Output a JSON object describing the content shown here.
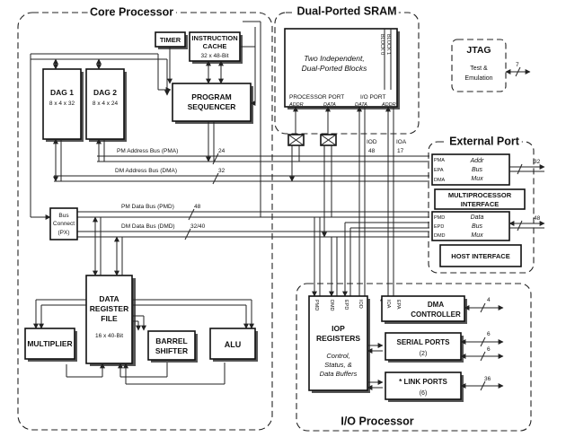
{
  "regions": {
    "core_processor": "Core Processor",
    "dual_ported_sram": "Dual-Ported SRAM",
    "external_port": "External Port",
    "io_processor": "I/O Processor"
  },
  "blocks": {
    "timer": "TIMER",
    "instruction_cache": {
      "line1": "INSTRUCTION",
      "line2": "CACHE",
      "line3": "32 x 48-Bit"
    },
    "dag1": {
      "line1": "DAG 1",
      "line2": "8 x 4 x 32"
    },
    "dag2": {
      "line1": "DAG 2",
      "line2": "8 x 4 x 24"
    },
    "program_sequencer": {
      "line1": "PROGRAM",
      "line2": "SEQUENCER"
    },
    "sram": {
      "line1": "Two Independent,",
      "line2": "Dual-Ported Blocks",
      "block0": "BLOCK 0",
      "block1": "BLOCK 1",
      "processor_port": "PROCESSOR PORT",
      "io_port": "I/O PORT",
      "addr1": "ADDR",
      "data1": "DATA",
      "data2": "DATA",
      "addr2": "ADDR"
    },
    "jtag": {
      "title": "JTAG",
      "line1": "Test &",
      "line2": "Emulation",
      "bus_width": "7"
    },
    "bus_connect": {
      "line1": "Bus",
      "line2": "Connect",
      "line3": "(PX)"
    },
    "addr_bus_mux": {
      "pma": "PMA",
      "epa": "EPA",
      "dma": "DMA",
      "line1": "Addr",
      "line2": "Bus",
      "line3": "Mux",
      "width": "32"
    },
    "multiprocessor_interface": {
      "line1": "MULTIPROCESSOR",
      "line2": "INTERFACE"
    },
    "data_bus_mux": {
      "pmd": "PMD",
      "epd": "EPD",
      "dmd": "DMD",
      "line1": "Data",
      "line2": "Bus",
      "line3": "Mux",
      "width": "48"
    },
    "host_interface": "HOST INTERFACE",
    "data_register_file": {
      "line1": "DATA",
      "line2": "REGISTER",
      "line3": "FILE",
      "line4": "16 x 40-Bit"
    },
    "multiplier": "MULTIPLIER",
    "barrel_shifter": {
      "line1": "BARREL",
      "line2": "SHIFTER"
    },
    "alu": "ALU",
    "iop_registers": {
      "pmd": "PMD",
      "dmd": "DMD",
      "epd": "EPD",
      "iod": "IOD",
      "line1": "IOP",
      "line2": "REGISTERS",
      "line3": "Control,",
      "line4": "Status, &",
      "line5": "Data Buffers"
    },
    "dma_controller": {
      "ioa": "IOA",
      "epa": "EPA",
      "line1": "DMA",
      "line2": "CONTROLLER",
      "width": "4"
    },
    "serial_ports": {
      "line1": "SERIAL PORTS",
      "line2": "(2)",
      "width1": "6",
      "width2": "6"
    },
    "link_ports": {
      "line1": "* LINK PORTS",
      "line2": "(6)",
      "width": "36"
    }
  },
  "buses": {
    "pm_address": "PM Address Bus (PMA)",
    "pm_address_width": "24",
    "dm_address": "DM Address Bus (DMA)",
    "dm_address_width": "32",
    "pm_data": "PM Data Bus (PMD)",
    "pm_data_width": "48",
    "dm_data": "DM Data Bus (DMD)",
    "dm_data_width": "32/40",
    "iod": "IOD",
    "iod_width": "48",
    "ioa": "IOA",
    "ioa_width": "17"
  }
}
